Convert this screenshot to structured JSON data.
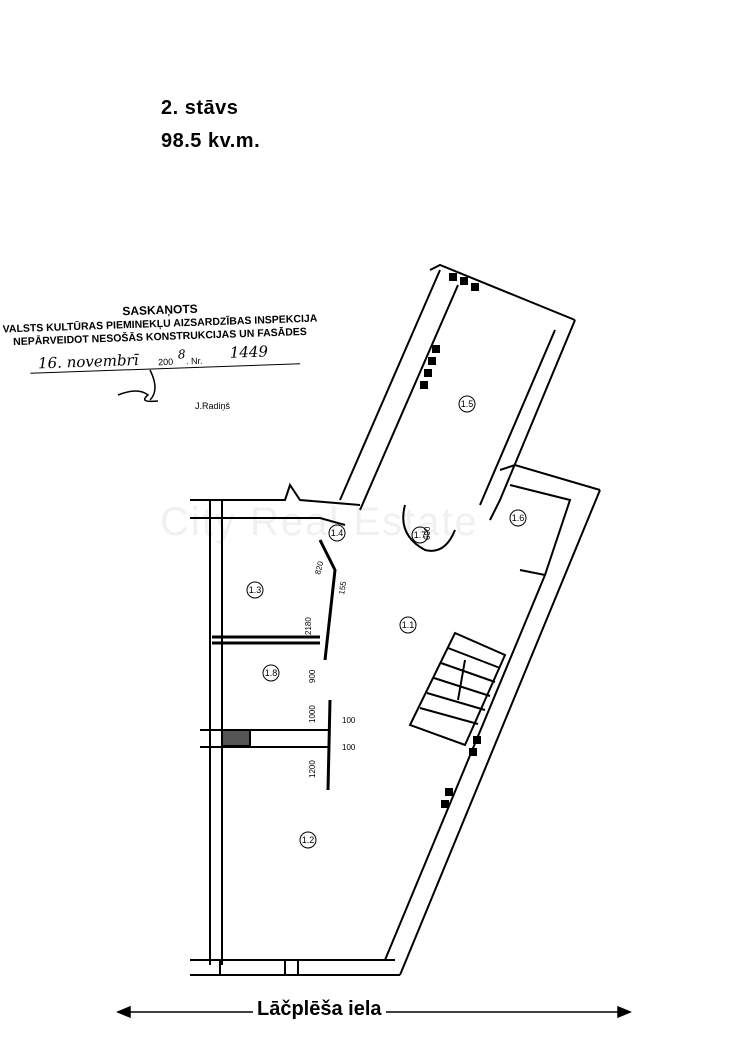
{
  "header": {
    "floor": "2. stāvs",
    "area": "98.5 kv.m."
  },
  "stamp": {
    "title": "SASKAŅOTS",
    "line1": "VALSTS KULTŪRAS PIEMINEKĻU AIZSARDZĪBAS INSPEKCIJA",
    "line2": "NEPĀRVEIDOT NESOŠĀS KONSTRUKCIJAS UN FASĀDES",
    "date_hand": "16. novembrī",
    "year_prefix": "200",
    "year_hand": "8",
    "nr_label": ". Nr.",
    "nr_hand": "1449",
    "signer": "J.Radiņš"
  },
  "watermark": "City Real Estate",
  "rooms": [
    "1.1",
    "1.2",
    "1.3",
    "1.4",
    "1.5",
    "1.6",
    "1.7",
    "1.8"
  ],
  "dimensions": [
    "820",
    "155",
    "2180",
    "900",
    "1000",
    "100",
    "100",
    "1200",
    "600"
  ],
  "street": {
    "name": "Lāčplēša iela"
  }
}
